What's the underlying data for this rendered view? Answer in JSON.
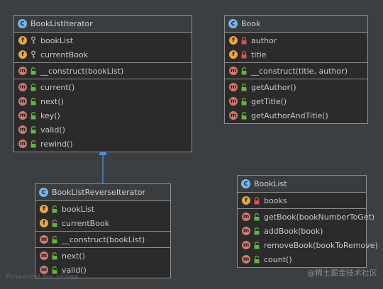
{
  "classes": {
    "iterator": {
      "badge": "C",
      "name": "BookListIterator",
      "fields": [
        {
          "badge": "f",
          "vis": "package",
          "name": "bookList"
        },
        {
          "badge": "f",
          "vis": "package",
          "name": "currentBook"
        }
      ],
      "constructors": [
        {
          "badge": "m",
          "vis": "public",
          "name": "__construct(bookList)"
        }
      ],
      "methods": [
        {
          "badge": "m",
          "vis": "public",
          "name": "current()"
        },
        {
          "badge": "m",
          "vis": "public",
          "name": "next()"
        },
        {
          "badge": "m",
          "vis": "public",
          "name": "key()"
        },
        {
          "badge": "m",
          "vis": "public",
          "name": "valid()"
        },
        {
          "badge": "m",
          "vis": "public",
          "name": "rewind()"
        }
      ]
    },
    "book": {
      "badge": "C",
      "name": "Book",
      "fields": [
        {
          "badge": "f",
          "vis": "private",
          "name": "author"
        },
        {
          "badge": "f",
          "vis": "private",
          "name": "title"
        }
      ],
      "constructors": [
        {
          "badge": "m",
          "vis": "public",
          "name": "__construct(title, author)"
        }
      ],
      "methods": [
        {
          "badge": "m",
          "vis": "public",
          "name": "getAuthor()"
        },
        {
          "badge": "m",
          "vis": "public",
          "name": "getTitle()"
        },
        {
          "badge": "m",
          "vis": "public",
          "name": "getAuthorAndTitle()"
        }
      ]
    },
    "reverse": {
      "badge": "C",
      "name": "BookListReverseIterator",
      "fields": [
        {
          "badge": "f",
          "vis": "public",
          "name": "bookList"
        },
        {
          "badge": "f",
          "vis": "public",
          "name": "currentBook"
        }
      ],
      "constructors": [
        {
          "badge": "m",
          "vis": "public",
          "name": "__construct(bookList)"
        }
      ],
      "methods": [
        {
          "badge": "m",
          "vis": "public",
          "name": "next()"
        },
        {
          "badge": "m",
          "vis": "public",
          "name": "valid()"
        }
      ]
    },
    "booklist": {
      "badge": "C",
      "name": "BookList",
      "fields": [
        {
          "badge": "f",
          "vis": "private",
          "name": "books"
        }
      ],
      "constructors": [],
      "methods": [
        {
          "badge": "m",
          "vis": "public",
          "name": "getBook(bookNumberToGet)"
        },
        {
          "badge": "m",
          "vis": "public",
          "name": "addBook(book)"
        },
        {
          "badge": "m",
          "vis": "public",
          "name": "removeBook(bookToRemove)"
        },
        {
          "badge": "m",
          "vis": "public",
          "name": "count()"
        }
      ]
    }
  },
  "relations": [
    {
      "type": "inheritance",
      "from": "BookListReverseIterator",
      "to": "BookListIterator"
    }
  ],
  "colors": {
    "background": "#3c3f41",
    "class_fill": "#2b2b2b",
    "border": "#8e8e8e",
    "class_badge": "#7ab4e6",
    "field_badge": "#e7a64a",
    "method_badge": "#d27b72",
    "public_lock": "#62b543",
    "private_lock": "#d9534f",
    "package_key": "#b0b0b0",
    "arrow": "#4a90d9"
  },
  "watermark": "Powered by yFiles",
  "credit": "@稀土掘金技术社区"
}
